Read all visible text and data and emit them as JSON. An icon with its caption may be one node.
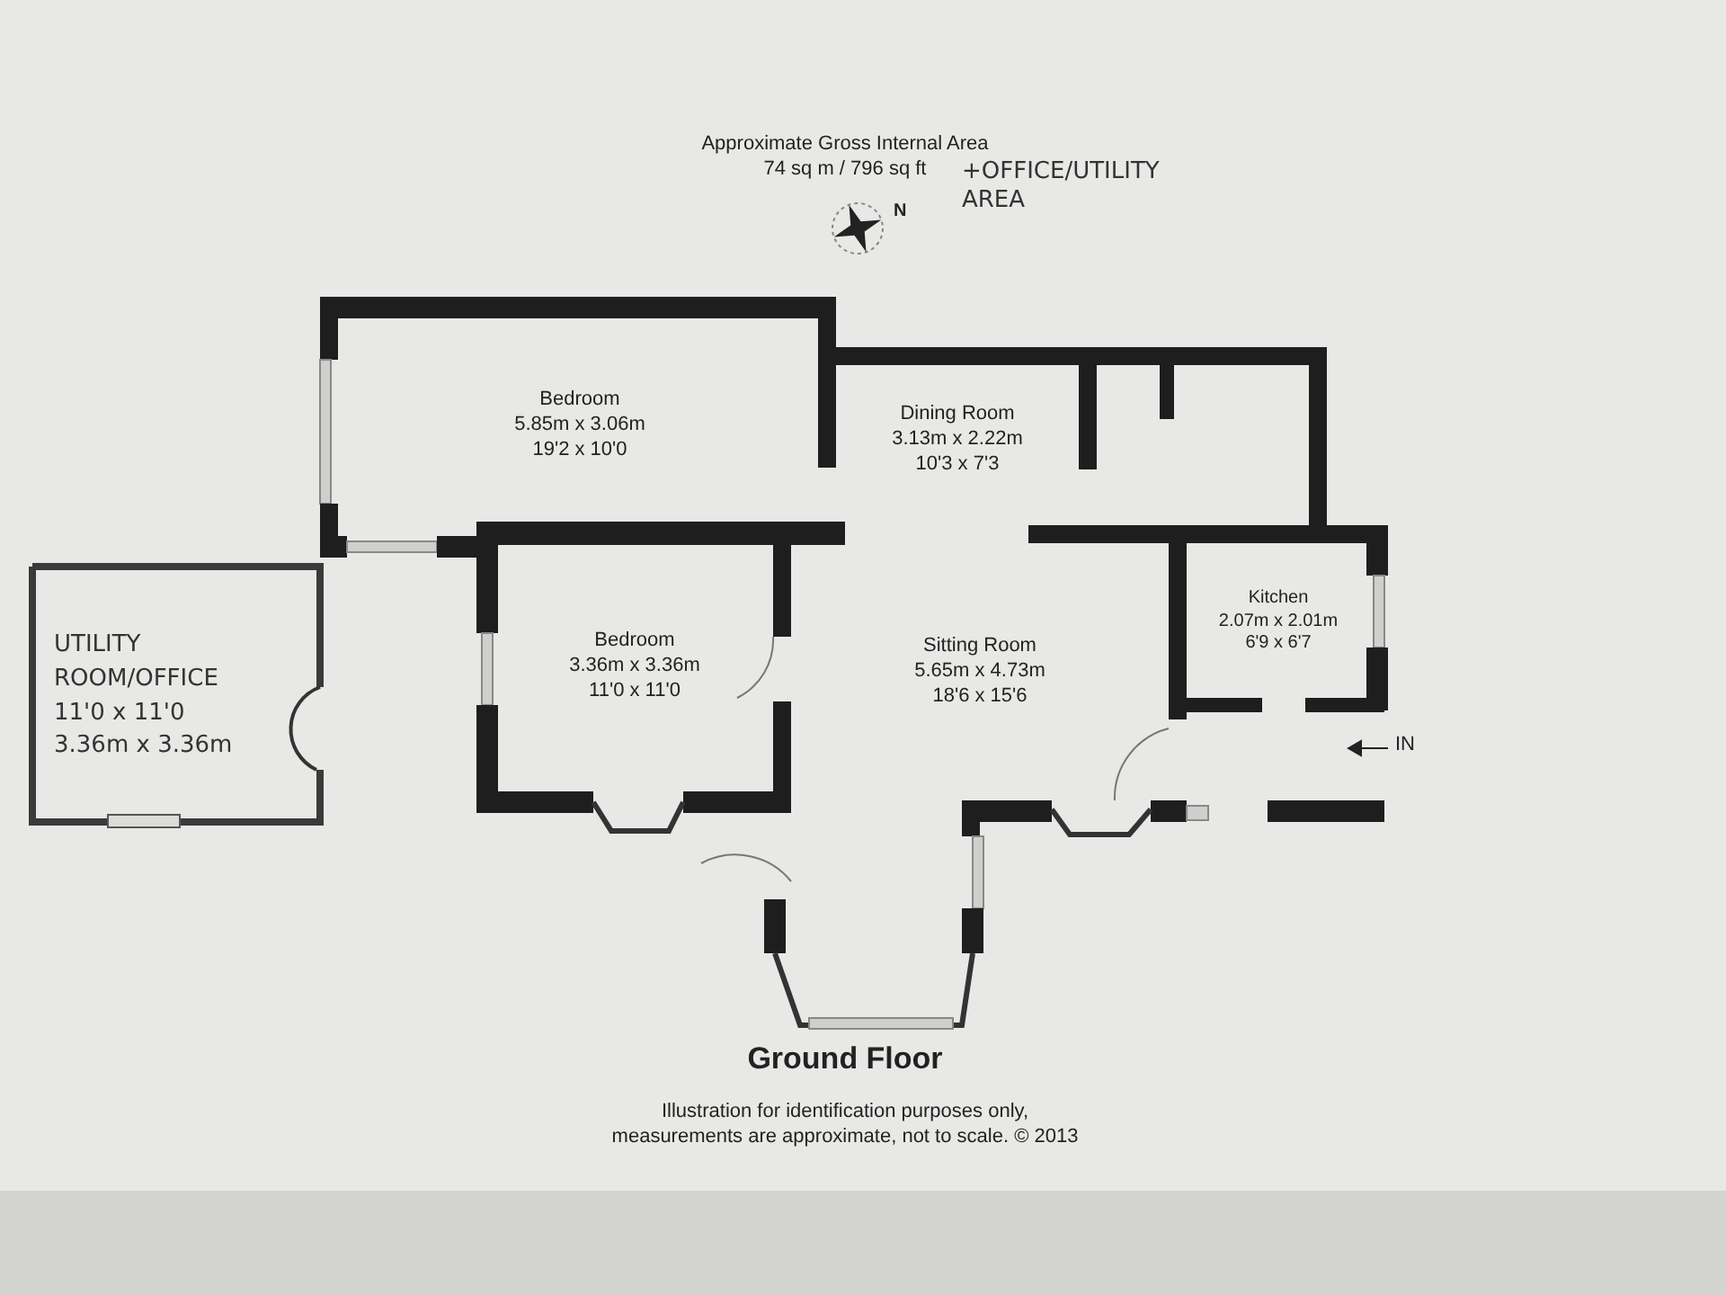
{
  "diagram": {
    "title": "Approximate Gross Internal Area",
    "nodes": [
      {
        "text": [
          "Bedroom",
          "5.85m x 3.06m",
          "19'2 x 10'0"
        ]
      },
      {
        "text": [
          "Dining Room",
          "3.13m x 2.22m",
          "10'3 x 7'3"
        ]
      },
      {
        "text": [
          "UTILITY ROOM/OFFICE",
          "11'0 x 11'0",
          "3.36m x 3.36m"
        ]
      },
      {
        "text": [
          "Bedroom",
          "3.36m x 3.36m",
          "11'0 x 11'0"
        ]
      },
      {
        "text": [
          "Sitting Room",
          "5.65m x 4.73m",
          "18'6 x 15'6"
        ]
      },
      {
        "text": [
          "Kitchen",
          "2.07m x 2.01m",
          "6'9 x 6'7"
        ]
      }
    ],
    "labels": [
      "74 sq m / 796 sq ft",
      "+OFFICE/UTILITY AREA",
      "N",
      "IN",
      "Ground Floor",
      "Illustration for identification purposes only,",
      "measurements are approximate, not to scale. © 2013"
    ]
  }
}
